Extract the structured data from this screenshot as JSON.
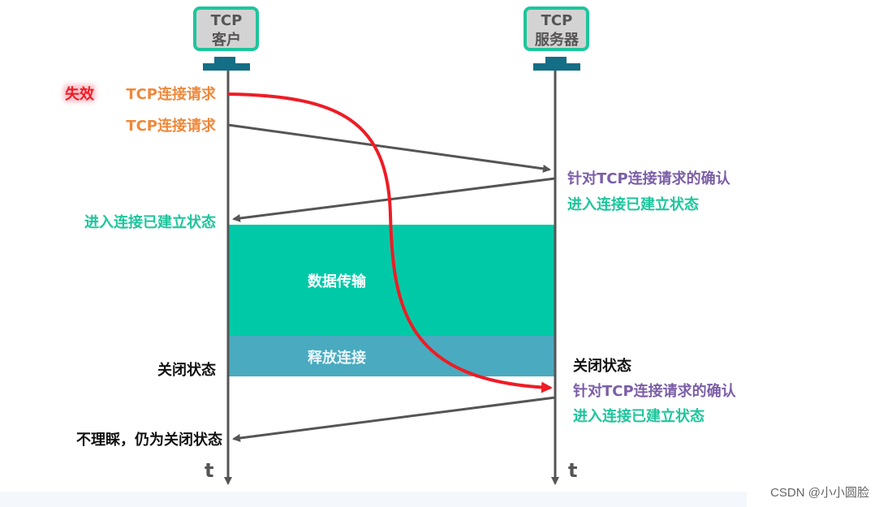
{
  "client": {
    "line1": "TCP",
    "line2": "客户"
  },
  "server": {
    "line1": "TCP",
    "line2": "服务器"
  },
  "labels": {
    "invalid": "失效",
    "request_invalid": "TCP连接请求",
    "request": "TCP连接请求",
    "ack1": "针对TCP连接请求的确认",
    "server_established1": "进入连接已建立状态",
    "client_established": "进入连接已建立状态",
    "data_transfer": "数据传输",
    "release": "释放连接",
    "client_closed": "关闭状态",
    "server_closed": "关闭状态",
    "ack2": "针对TCP连接请求的确认",
    "server_established2": "进入连接已建立状态",
    "ignore": "不理睬，仍为关闭状态",
    "time_client": "t",
    "time_server": "t"
  },
  "watermark": "CSDN @小小圆脸",
  "colors": {
    "orange": "#f0883a",
    "purple": "#7b5ea7",
    "green": "#1ec59c",
    "red": "#ee1c25",
    "data": "#00c9a7",
    "release": "#4aaabf"
  }
}
